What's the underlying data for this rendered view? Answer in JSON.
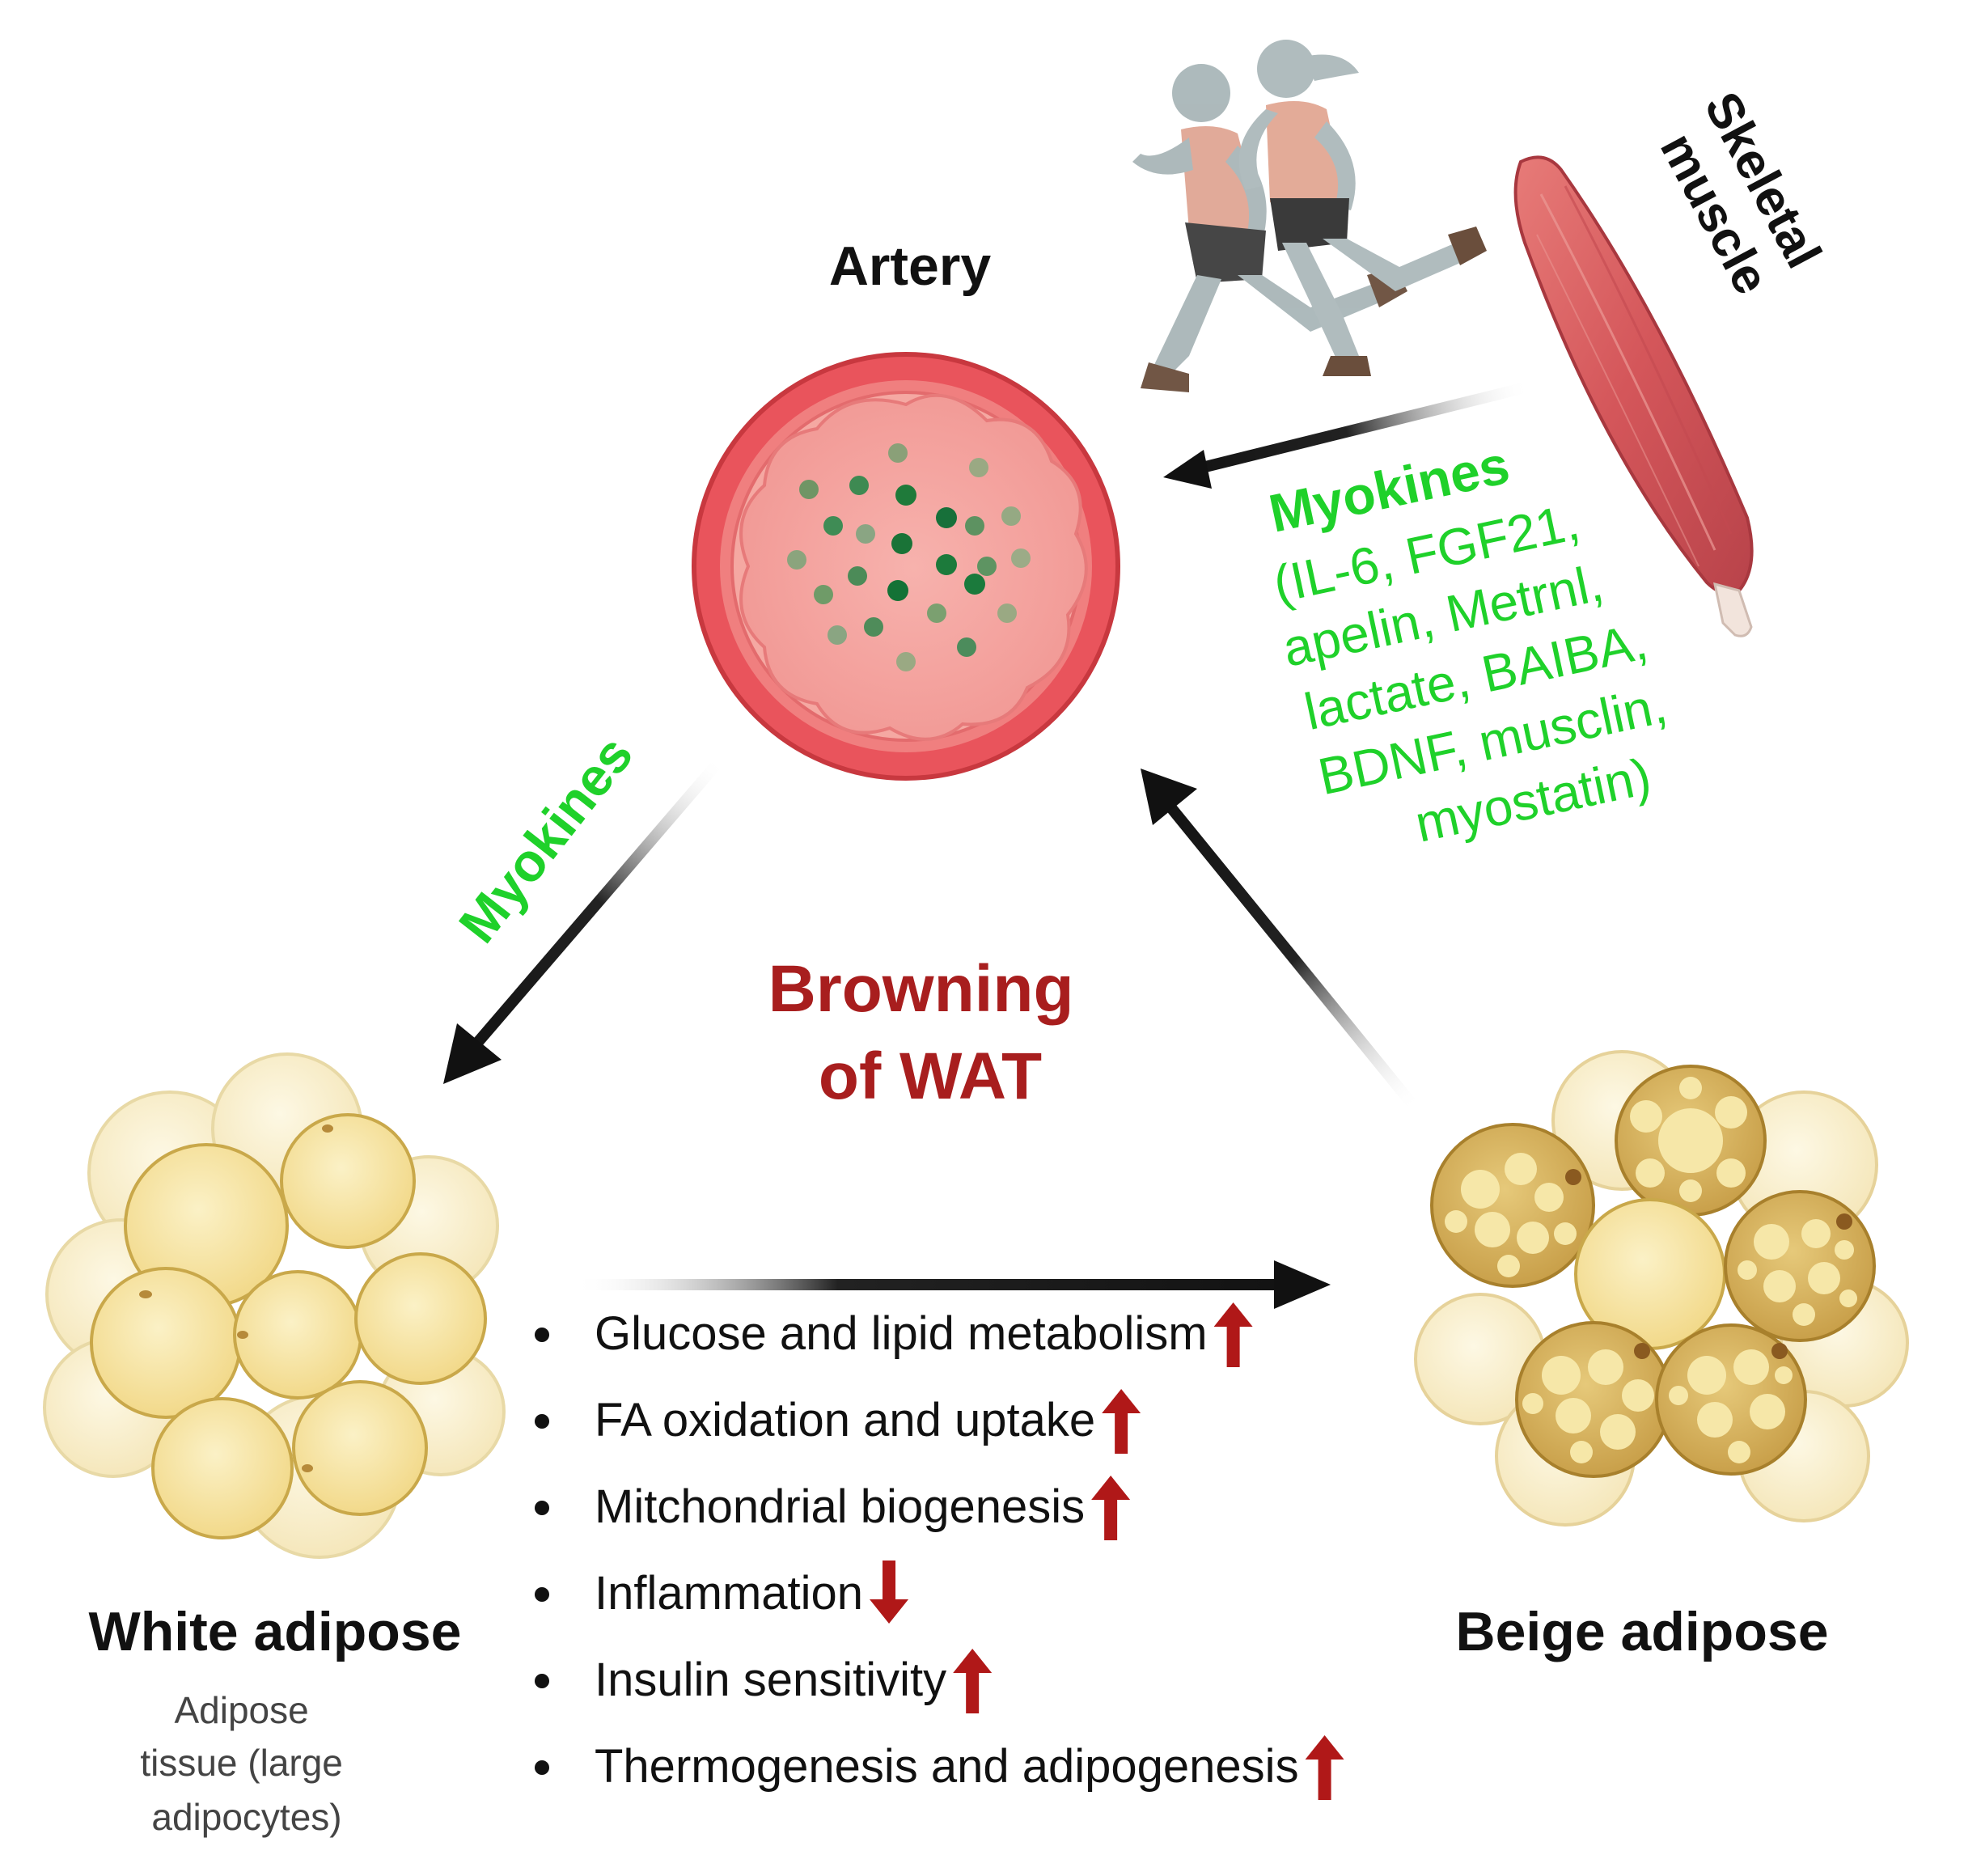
{
  "labels": {
    "artery": "Artery",
    "skeletal_muscle_line1": "Skeletal",
    "skeletal_muscle_line2": "muscle",
    "myokines_right_title": "Myokines",
    "myokines_right_list": [
      "(IL-6, FGF21,",
      "apelin, Metrnl,",
      "lactate, BAIBA,",
      "BDNF, musclin,",
      "myostatin)"
    ],
    "myokines_left": "Myokines",
    "browning_line1": "Browning",
    "browning_line2": "of WAT",
    "white_adipose": "White adipose",
    "white_adipose_sub": [
      "Adipose",
      "tissue (large",
      "adipocytes)"
    ],
    "beige_adipose": "Beige adipose"
  },
  "effects": [
    {
      "text": "Glucose and lipid metabolism",
      "direction": "up"
    },
    {
      "text": "FA oxidation and uptake",
      "direction": "up"
    },
    {
      "text": "Mitchondrial biogenesis",
      "direction": "up"
    },
    {
      "text": "Inflammation",
      "direction": "down"
    },
    {
      "text": "Insulin sensitivity",
      "direction": "up"
    },
    {
      "text": "Thermogenesis and adipogenesis",
      "direction": "up"
    }
  ],
  "colors": {
    "myokine_green": "#1fd12a",
    "browning_red": "#a81e1e",
    "change_arrow_red": "#b01818",
    "artery_wall": "#e9545c",
    "muscle": "#d9605f",
    "white_fat": "#f7e4a0",
    "beige_fat": "#d9b65c"
  }
}
